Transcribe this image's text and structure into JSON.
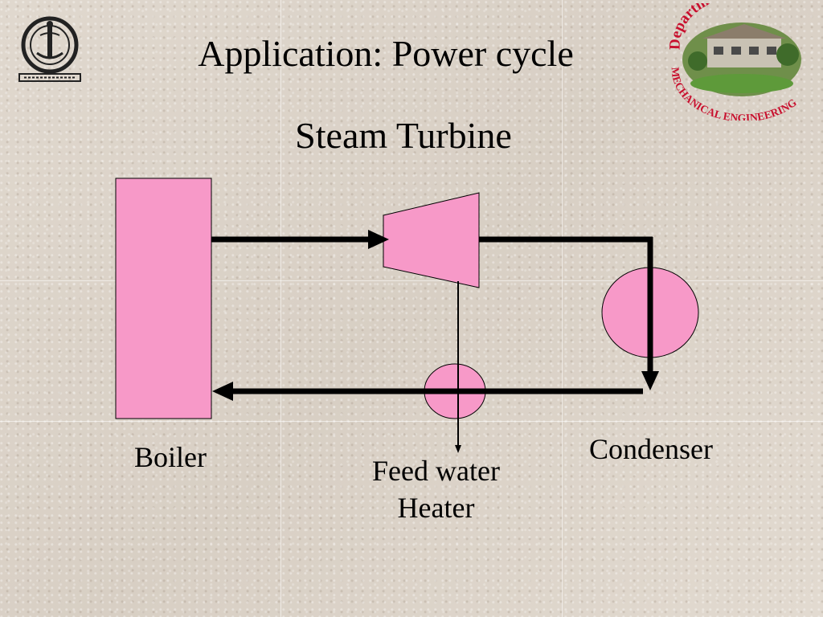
{
  "title": "Application: Power cycle",
  "subtitle": "Steam Turbine",
  "labels": {
    "boiler": "Boiler",
    "condenser": "Condenser",
    "heater_line1": "Feed water",
    "heater_line2": "Heater"
  },
  "logo_right": {
    "top_text": "Department Of",
    "bottom_text": "MECHANICAL ENGINEERING"
  },
  "colors": {
    "component_fill": "#f799c8",
    "component_stroke": "#000000",
    "logo_text": "#c8102e"
  }
}
